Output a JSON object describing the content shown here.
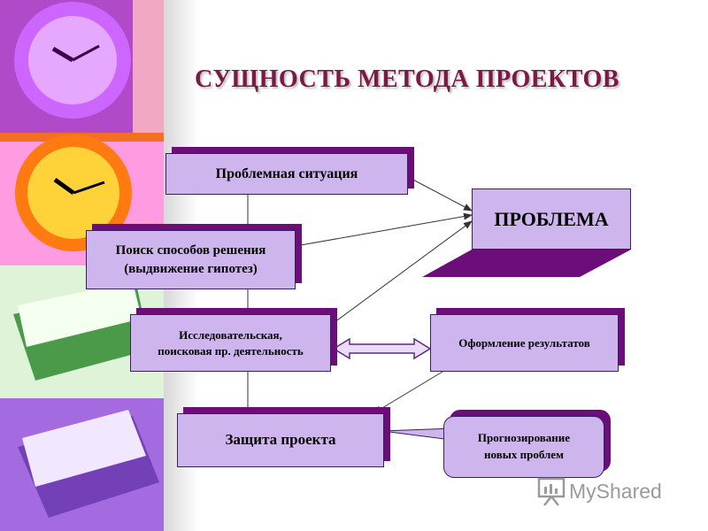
{
  "title": "СУЩНОСТЬ МЕТОДА ПРОЕКТОВ",
  "nodes": {
    "problem_situation": "Проблемная ситуация",
    "search_line1": "Поиск способов решения",
    "search_line2": "(выдвижение гипотез)",
    "research_line1": "Исследовательская,",
    "research_line2": "поисковая пр. деятельность",
    "defense": "Защита проекта",
    "problem": "ПРОБЛЕМА",
    "results": "Оформление результатов",
    "forecast_line1": "Прогнозирование",
    "forecast_line2": "новых проблем"
  },
  "watermark": "MyShared",
  "colors": {
    "box_fill": "#cfb5ee",
    "box_shadow": "#6b0e7a",
    "title": "#7a1a45",
    "arrow_fill": "#e8dcf7"
  }
}
